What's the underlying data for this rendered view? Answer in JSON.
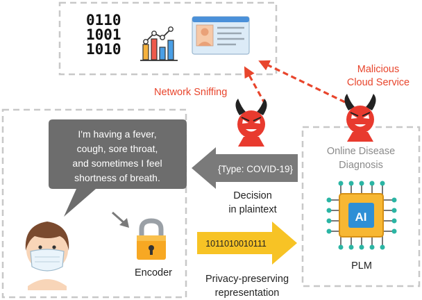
{
  "data_panel": {
    "binary_lines": [
      "0110",
      "1001",
      "1010"
    ]
  },
  "attacks": {
    "network_sniffing": "Network Sniffing",
    "malicious_line1": "Malicious",
    "malicious_line2": "Cloud Service"
  },
  "user": {
    "speech_lines": [
      "I'm having a fever,",
      "cough, sore throat,",
      "and sometimes I feel",
      "shortness of breath."
    ],
    "encoder_label": "Encoder"
  },
  "arrows": {
    "decision_value": "{Type: COVID-19}",
    "decision_label_line1": "Decision",
    "decision_label_line2": "in plaintext",
    "privacy_value": "1011010010111",
    "privacy_label_line1": "Privacy-preserving",
    "privacy_label_line2": "representation"
  },
  "service": {
    "title_line1": "Online Disease",
    "title_line2": "Diagnosis",
    "chip_text": "AI",
    "model_label": "PLM"
  },
  "colors": {
    "attack_red": "#e8452c",
    "devil_red": "#e83a2e",
    "arrow_gray": "#7a7a7a",
    "arrow_yellow": "#f7c325",
    "dashed_border": "#c8c8c8",
    "service_gray": "#8a8a8a"
  }
}
